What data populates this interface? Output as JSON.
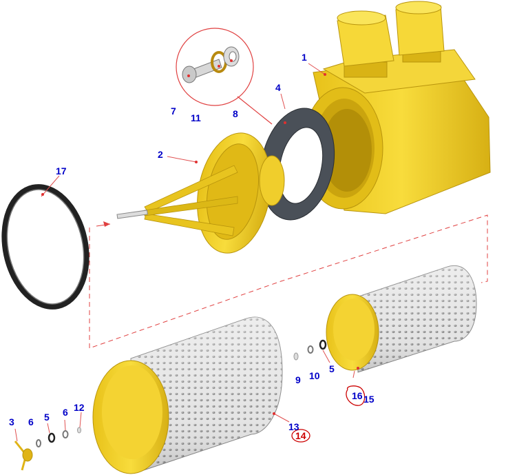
{
  "diagram": {
    "colors": {
      "yellow": "#f5d330",
      "yellow_dark": "#c9a20e",
      "gasket": "#4a5058",
      "mesh": "#d8d8d8",
      "label": "#0000c8",
      "leader": "#e05050",
      "markup": "#cc0000"
    },
    "callouts": {
      "c1": "1",
      "c2": "2",
      "c3": "3",
      "c4": "4",
      "c5a": "5",
      "c5b": "5",
      "c6a": "6",
      "c6b": "6",
      "c7": "7",
      "c8": "8",
      "c9": "9",
      "c10": "10",
      "c11": "11",
      "c12": "12",
      "c13": "13",
      "c14": "14",
      "c15": "15",
      "c16": "16",
      "c17": "17"
    },
    "circled_markups": [
      "14",
      "16"
    ]
  }
}
